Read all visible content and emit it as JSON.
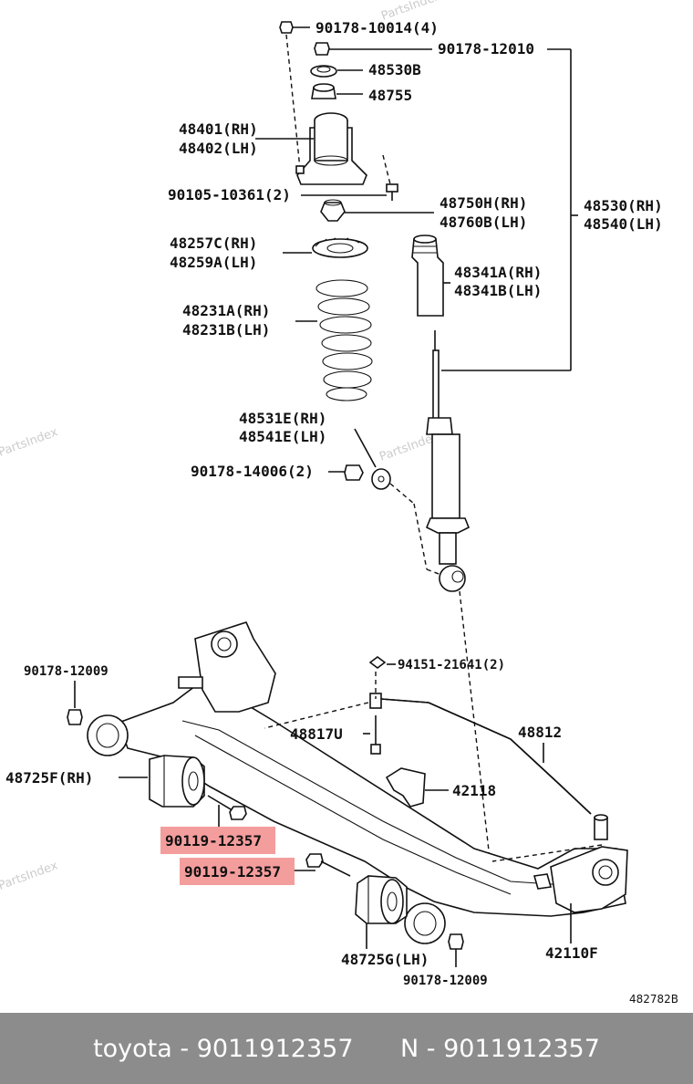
{
  "watermark": "PartsIndex",
  "labels": {
    "p1": "90178-10014(4)",
    "p2": "90178-12010",
    "p3": "48530B",
    "p4": "48755",
    "p5a": "48401(RH)",
    "p5b": "48402(LH)",
    "p6": "90105-10361(2)",
    "p7a": "48750H(RH)",
    "p7b": "48760B(LH)",
    "p8a": "48530(RH)",
    "p8b": "48540(LH)",
    "p9a": "48257C(RH)",
    "p9b": "48259A(LH)",
    "p10a": "48341A(RH)",
    "p10b": "48341B(LH)",
    "p11a": "48231A(RH)",
    "p11b": "48231B(LH)",
    "p12a": "48531E(RH)",
    "p12b": "48541E(LH)",
    "p13": "90178-14006(2)",
    "p14": "90178-12009",
    "p15": "94151-21641(2)",
    "p16": "48812",
    "p17": "48817U",
    "p18": "48725F(RH)",
    "p19": "42118",
    "p20": "90119-12357",
    "p21": "90119-12357",
    "p22": "48725G(LH)",
    "p23": "42110F",
    "p24": "90178-12009",
    "code": "482782B"
  },
  "footer": {
    "left": "toyota - 9011912357",
    "right": "N - 9011912357"
  }
}
